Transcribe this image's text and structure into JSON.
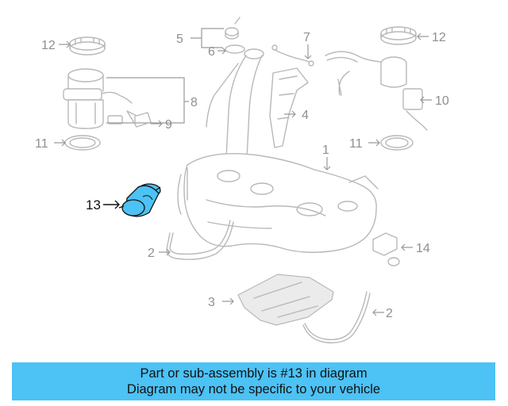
{
  "callouts": {
    "c1": "1",
    "c2a": "2",
    "c2b": "2",
    "c3": "3",
    "c4": "4",
    "c5": "5",
    "c6": "6",
    "c7": "7",
    "c8": "8",
    "c9": "9",
    "c10": "10",
    "c11a": "11",
    "c11b": "11",
    "c12a": "12",
    "c12b": "12",
    "c13": "13",
    "c14": "14"
  },
  "highlight": {
    "part_number": "13",
    "color": "#4dc2f5"
  },
  "caption": {
    "line1": "Part or sub-assembly is #13 in diagram",
    "line2": "Diagram may not be specific to your vehicle",
    "background": "#4dc2f5"
  }
}
